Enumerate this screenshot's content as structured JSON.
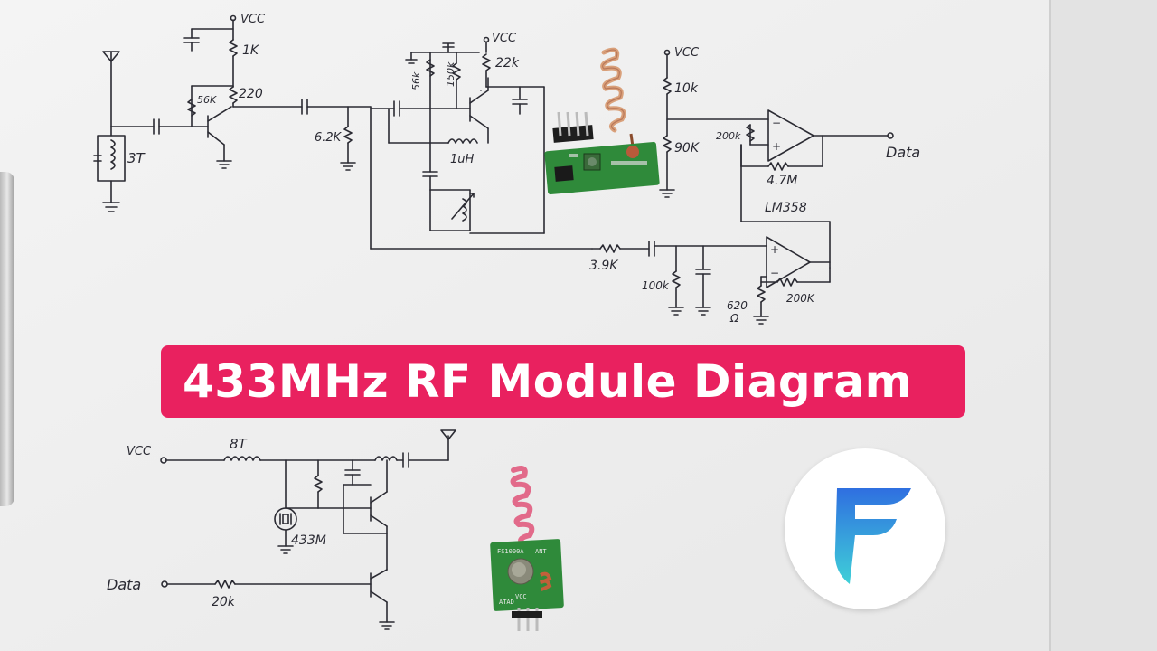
{
  "banner": {
    "title": "433MHz RF Module Diagram",
    "color": "#e9215f",
    "text_color": "#ffffff"
  },
  "receiver": {
    "vcc_label_1": "VCC",
    "vcc_label_2": "VCC",
    "vcc_label_3": "VCC",
    "r_1k": "1K",
    "r_220": "220",
    "r_56k_a": "56K",
    "coil_3t": "3T",
    "r_6_2k": "6.2K",
    "r_56k_b": "56k",
    "r_150k": "150k",
    "r_22k": "22k",
    "l_1uh": "1uH",
    "r_10k": "10k",
    "r_90k": "90K",
    "r_200k_a": "200k",
    "r_4_7m": "4.7M",
    "opamp_label": "LM358",
    "r_3_9k": "3.9K",
    "r_100k": "100k",
    "r_620": "620",
    "ohm": "Ω",
    "r_200k_b": "200K",
    "output_label": "Data"
  },
  "transmitter": {
    "vcc_label": "VCC",
    "coil_8t": "8T",
    "crystal": "433M",
    "input_label": "Data",
    "r_20k": "20k"
  },
  "tx_module": {
    "silk_1": "ANT",
    "silk_2": "FS1000A",
    "silk_3": "ATAD",
    "silk_4": "VCC"
  },
  "logo": {
    "letter": "F",
    "gradient_top": "#2f6fe0",
    "gradient_bottom": "#3fd0d8"
  },
  "colors": {
    "paper": "#f1f1f1",
    "ink": "#2b2b33",
    "pcb": "#2f8a3a",
    "coil": "#d44a6a"
  }
}
